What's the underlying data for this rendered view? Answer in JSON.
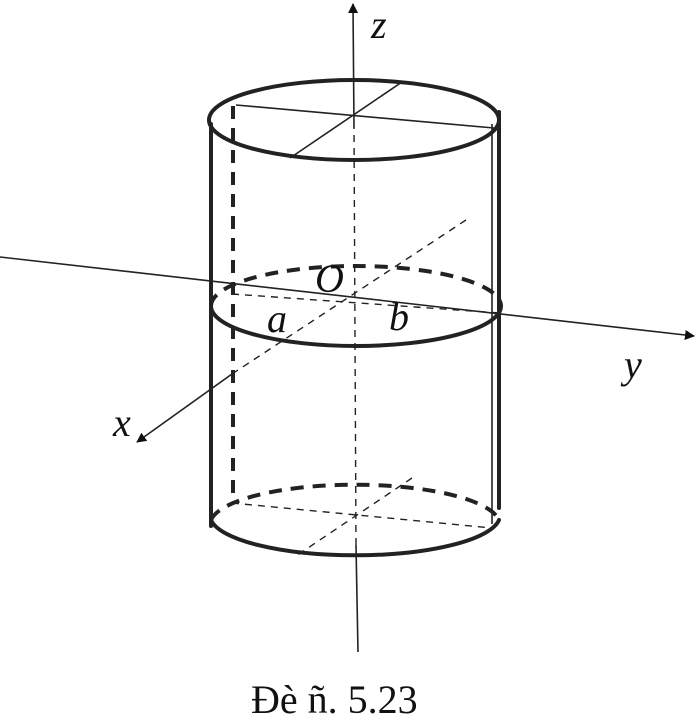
{
  "labels": {
    "axis_z": "z",
    "axis_y": "y",
    "axis_x": "x",
    "origin": "O",
    "semi_axis_a": "a",
    "semi_axis_b": "b"
  },
  "caption": "Đè ñ. 5.23"
}
